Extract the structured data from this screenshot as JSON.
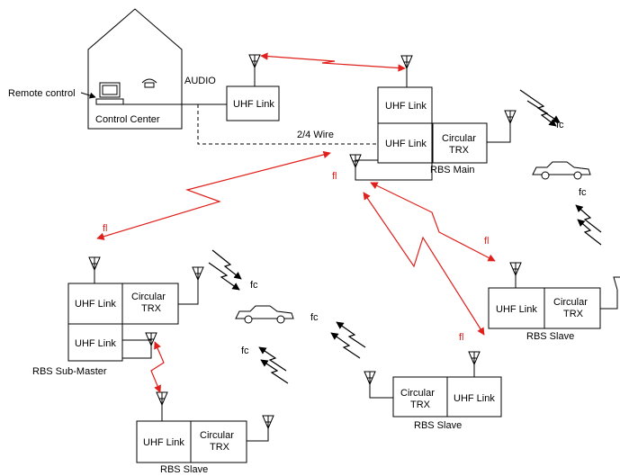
{
  "labels": {
    "remote_control": "Remote control",
    "control_center": "Control Center",
    "audio": "AUDIO",
    "wire": "2/4 Wire",
    "uhf_link": "UHF Link",
    "circular": "Circular",
    "trx": "TRX",
    "rbs_main": "RBS Main",
    "rbs_sub_master": "RBS Sub-Master",
    "rbs_slave": "RBS Slave",
    "fl": "fl",
    "fc": "fc"
  },
  "colors": {
    "link_red": "#e0201c",
    "line_black": "#000000"
  },
  "icons": [
    "house-icon",
    "computer-icon",
    "telephone-icon",
    "antenna-icon",
    "car-icon",
    "lightning-icon"
  ]
}
